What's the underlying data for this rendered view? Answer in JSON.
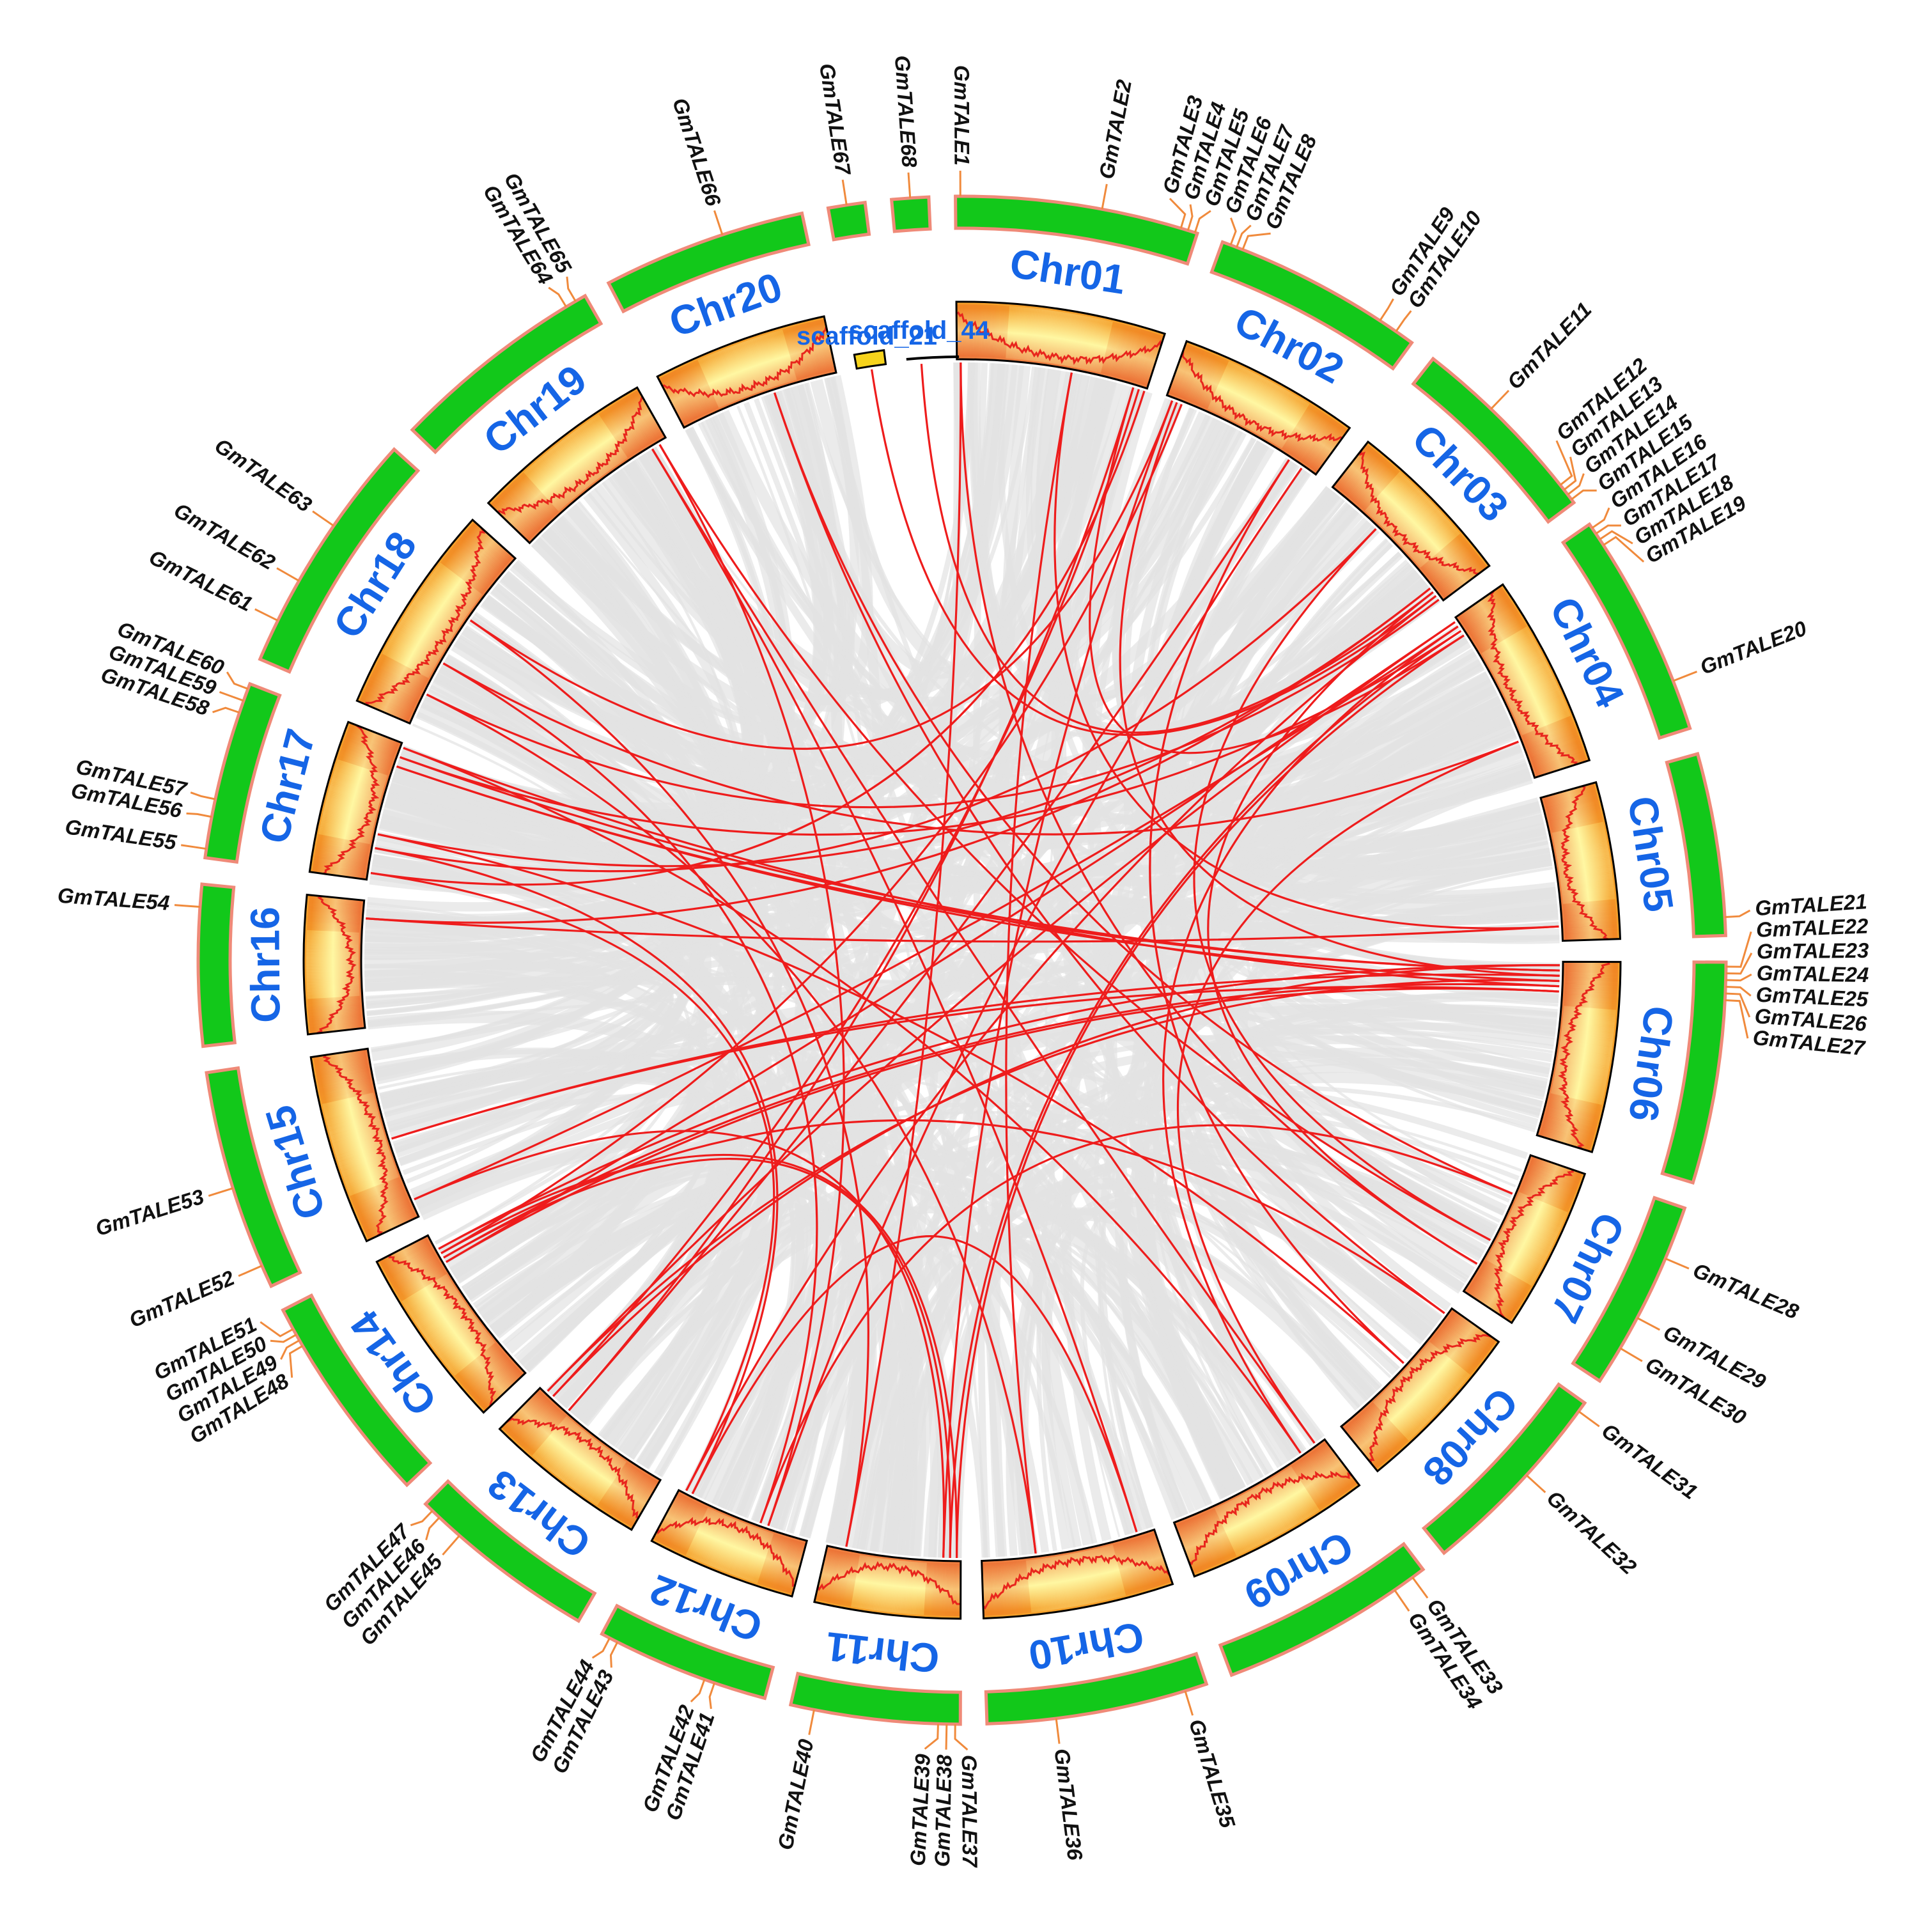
{
  "colors": {
    "ideogram_fill": "#12c81a",
    "ideogram_stroke": "#ef8a78",
    "label": "#1565e6",
    "tick": "#f08a3c",
    "heat_low": "#fff9a8",
    "heat_high": "#e8541d",
    "density_line": "#e8261d",
    "synteny_background": "#e3e3e3",
    "duplicated_pair": "#ee1c1c"
  },
  "segments": [
    {
      "id": "Chr01",
      "label": "Chr01",
      "size": 56
    },
    {
      "id": "Chr02",
      "label": "Chr02",
      "size": 49
    },
    {
      "id": "Chr03",
      "label": "Chr03",
      "size": 46
    },
    {
      "id": "Chr04",
      "label": "Chr04",
      "size": 52
    },
    {
      "id": "Chr05",
      "label": "Chr05",
      "size": 42
    },
    {
      "id": "Chr06",
      "label": "Chr06",
      "size": 51
    },
    {
      "id": "Chr07",
      "label": "Chr07",
      "size": 44
    },
    {
      "id": "Chr08",
      "label": "Chr08",
      "size": 47
    },
    {
      "id": "Chr09",
      "label": "Chr09",
      "size": 50
    },
    {
      "id": "Chr10",
      "label": "Chr10",
      "size": 51
    },
    {
      "id": "Chr11",
      "label": "Chr11",
      "size": 39
    },
    {
      "id": "Chr12",
      "label": "Chr12",
      "size": 40
    },
    {
      "id": "Chr13",
      "label": "Chr13",
      "size": 44
    },
    {
      "id": "Chr14",
      "label": "Chr14",
      "size": 49
    },
    {
      "id": "Chr15",
      "label": "Chr15",
      "size": 51
    },
    {
      "id": "Chr16",
      "label": "Chr16",
      "size": 37
    },
    {
      "id": "Chr17",
      "label": "Chr17",
      "size": 41
    },
    {
      "id": "Chr18",
      "label": "Chr18",
      "size": 57
    },
    {
      "id": "Chr19",
      "label": "Chr19",
      "size": 50
    },
    {
      "id": "Chr20",
      "label": "Chr20",
      "size": 47
    },
    {
      "id": "scaffold_21",
      "label": "scaffold_21",
      "size": 5
    },
    {
      "id": "scaffold_44",
      "label": "scaffold_44",
      "size": 1
    }
  ],
  "genes": [
    {
      "name": "GmTALE1",
      "chr": "Chr01",
      "pos": 0.02
    },
    {
      "name": "GmTALE2",
      "chr": "Chr01",
      "pos": 0.6
    },
    {
      "name": "GmTALE3",
      "chr": "Chr01",
      "pos": 0.93
    },
    {
      "name": "GmTALE4",
      "chr": "Chr01",
      "pos": 0.96
    },
    {
      "name": "GmTALE5",
      "chr": "Chr01",
      "pos": 0.99
    },
    {
      "name": "GmTALE6",
      "chr": "Chr02",
      "pos": 0.04
    },
    {
      "name": "GmTALE7",
      "chr": "Chr02",
      "pos": 0.07
    },
    {
      "name": "GmTALE8",
      "chr": "Chr02",
      "pos": 0.1
    },
    {
      "name": "GmTALE9",
      "chr": "Chr02",
      "pos": 0.82
    },
    {
      "name": "GmTALE10",
      "chr": "Chr02",
      "pos": 0.91
    },
    {
      "name": "GmTALE11",
      "chr": "Chr03",
      "pos": 0.38
    },
    {
      "name": "GmTALE12",
      "chr": "Chr03",
      "pos": 0.89
    },
    {
      "name": "GmTALE13",
      "chr": "Chr03",
      "pos": 0.92
    },
    {
      "name": "GmTALE14",
      "chr": "Chr03",
      "pos": 0.95
    },
    {
      "name": "GmTALE15",
      "chr": "Chr03",
      "pos": 0.98
    },
    {
      "name": "GmTALE16",
      "chr": "Chr04",
      "pos": 0.02
    },
    {
      "name": "GmTALE17",
      "chr": "Chr04",
      "pos": 0.05
    },
    {
      "name": "GmTALE18",
      "chr": "Chr04",
      "pos": 0.08
    },
    {
      "name": "GmTALE19",
      "chr": "Chr04",
      "pos": 0.11
    },
    {
      "name": "GmTALE20",
      "chr": "Chr04",
      "pos": 0.78
    },
    {
      "name": "GmTALE21",
      "chr": "Chr05",
      "pos": 0.9
    },
    {
      "name": "GmTALE22",
      "chr": "Chr06",
      "pos": 0.02
    },
    {
      "name": "GmTALE23",
      "chr": "Chr06",
      "pos": 0.05
    },
    {
      "name": "GmTALE24",
      "chr": "Chr06",
      "pos": 0.08
    },
    {
      "name": "GmTALE25",
      "chr": "Chr06",
      "pos": 0.11
    },
    {
      "name": "GmTALE26",
      "chr": "Chr06",
      "pos": 0.14
    },
    {
      "name": "GmTALE27",
      "chr": "Chr06",
      "pos": 0.17
    },
    {
      "name": "GmTALE28",
      "chr": "Chr07",
      "pos": 0.28
    },
    {
      "name": "GmTALE29",
      "chr": "Chr07",
      "pos": 0.62
    },
    {
      "name": "GmTALE30",
      "chr": "Chr07",
      "pos": 0.8
    },
    {
      "name": "GmTALE31",
      "chr": "Chr08",
      "pos": 0.05
    },
    {
      "name": "GmTALE32",
      "chr": "Chr08",
      "pos": 0.45
    },
    {
      "name": "GmTALE33",
      "chr": "Chr09",
      "pos": 0.06
    },
    {
      "name": "GmTALE34",
      "chr": "Chr09",
      "pos": 0.16
    },
    {
      "name": "GmTALE35",
      "chr": "Chr10",
      "pos": 0.1
    },
    {
      "name": "GmTALE36",
      "chr": "Chr10",
      "pos": 0.69
    },
    {
      "name": "GmTALE37",
      "chr": "Chr11",
      "pos": 0.03
    },
    {
      "name": "GmTALE38",
      "chr": "Chr11",
      "pos": 0.08
    },
    {
      "name": "GmTALE39",
      "chr": "Chr11",
      "pos": 0.13
    },
    {
      "name": "GmTALE40",
      "chr": "Chr11",
      "pos": 0.86
    },
    {
      "name": "GmTALE41",
      "chr": "Chr12",
      "pos": 0.3
    },
    {
      "name": "GmTALE42",
      "chr": "Chr12",
      "pos": 0.36
    },
    {
      "name": "GmTALE43",
      "chr": "Chr12",
      "pos": 0.9
    },
    {
      "name": "GmTALE44",
      "chr": "Chr12",
      "pos": 0.95
    },
    {
      "name": "GmTALE45",
      "chr": "Chr13",
      "pos": 0.76
    },
    {
      "name": "GmTALE46",
      "chr": "Chr13",
      "pos": 0.9
    },
    {
      "name": "GmTALE47",
      "chr": "Chr13",
      "pos": 0.95
    },
    {
      "name": "GmTALE48",
      "chr": "Chr14",
      "pos": 0.81
    },
    {
      "name": "GmTALE49",
      "chr": "Chr14",
      "pos": 0.84
    },
    {
      "name": "GmTALE50",
      "chr": "Chr14",
      "pos": 0.87
    },
    {
      "name": "GmTALE51",
      "chr": "Chr14",
      "pos": 0.9
    },
    {
      "name": "GmTALE52",
      "chr": "Chr15",
      "pos": 0.1
    },
    {
      "name": "GmTALE53",
      "chr": "Chr15",
      "pos": 0.47
    },
    {
      "name": "GmTALE54",
      "chr": "Chr16",
      "pos": 0.86
    },
    {
      "name": "GmTALE55",
      "chr": "Chr17",
      "pos": 0.05
    },
    {
      "name": "GmTALE56",
      "chr": "Chr17",
      "pos": 0.23
    },
    {
      "name": "GmTALE57",
      "chr": "Chr17",
      "pos": 0.33
    },
    {
      "name": "GmTALE58",
      "chr": "Chr17",
      "pos": 0.83
    },
    {
      "name": "GmTALE59",
      "chr": "Chr17",
      "pos": 0.9
    },
    {
      "name": "GmTALE60",
      "chr": "Chr17",
      "pos": 0.97
    },
    {
      "name": "GmTALE61",
      "chr": "Chr18",
      "pos": 0.17
    },
    {
      "name": "GmTALE62",
      "chr": "Chr18",
      "pos": 0.35
    },
    {
      "name": "GmTALE63",
      "chr": "Chr18",
      "pos": 0.61
    },
    {
      "name": "GmTALE64",
      "chr": "Chr19",
      "pos": 0.9
    },
    {
      "name": "GmTALE65",
      "chr": "Chr19",
      "pos": 0.95
    },
    {
      "name": "GmTALE66",
      "chr": "Chr20",
      "pos": 0.6
    },
    {
      "name": "GmTALE67",
      "chr": "scaffold_21",
      "pos": 0.5
    },
    {
      "name": "GmTALE68",
      "chr": "scaffold_44",
      "pos": 0.5
    }
  ],
  "duplication_links": [
    [
      "GmTALE1",
      "GmTALE40"
    ],
    [
      "GmTALE2",
      "GmTALE36"
    ],
    [
      "GmTALE3",
      "GmTALE45"
    ],
    [
      "GmTALE4",
      "GmTALE46"
    ],
    [
      "GmTALE5",
      "GmTALE55"
    ],
    [
      "GmTALE6",
      "GmTALE63"
    ],
    [
      "GmTALE7",
      "GmTALE24"
    ],
    [
      "GmTALE8",
      "GmTALE50"
    ],
    [
      "GmTALE9",
      "GmTALE32"
    ],
    [
      "GmTALE10",
      "GmTALE41"
    ],
    [
      "GmTALE11",
      "GmTALE56"
    ],
    [
      "GmTALE12",
      "GmTALE57"
    ],
    [
      "GmTALE13",
      "GmTALE30"
    ],
    [
      "GmTALE14",
      "GmTALE44"
    ],
    [
      "GmTALE15",
      "GmTALE61"
    ],
    [
      "GmTALE16",
      "GmTALE48"
    ],
    [
      "GmTALE17",
      "GmTALE34"
    ],
    [
      "GmTALE18",
      "GmTALE59"
    ],
    [
      "GmTALE19",
      "GmTALE37"
    ],
    [
      "GmTALE20",
      "GmTALE62"
    ],
    [
      "GmTALE21",
      "GmTALE54"
    ],
    [
      "GmTALE22",
      "GmTALE51"
    ],
    [
      "GmTALE23",
      "GmTALE58"
    ],
    [
      "GmTALE25",
      "GmTALE47"
    ],
    [
      "GmTALE26",
      "GmTALE60"
    ],
    [
      "GmTALE27",
      "GmTALE53"
    ],
    [
      "GmTALE28",
      "GmTALE42"
    ],
    [
      "GmTALE29",
      "GmTALE65"
    ],
    [
      "GmTALE31",
      "GmTALE66"
    ],
    [
      "GmTALE33",
      "GmTALE64"
    ],
    [
      "GmTALE35",
      "GmTALE43"
    ],
    [
      "GmTALE38",
      "GmTALE49"
    ],
    [
      "GmTALE39",
      "GmTALE52"
    ],
    [
      "GmTALE2",
      "GmTALE21"
    ],
    [
      "GmTALE11",
      "GmTALE29"
    ],
    [
      "GmTALE20",
      "GmTALE33"
    ],
    [
      "GmTALE36",
      "GmTALE61"
    ],
    [
      "GmTALE40",
      "GmTALE63"
    ],
    [
      "GmTALE9",
      "GmTALE45"
    ],
    [
      "GmTALE12",
      "GmTALE54"
    ],
    [
      "GmTALE24",
      "GmTALE53"
    ],
    [
      "GmTALE28",
      "GmTALE66"
    ],
    [
      "GmTALE32",
      "GmTALE57"
    ],
    [
      "GmTALE35",
      "GmTALE64"
    ],
    [
      "GmTALE41",
      "GmTALE65"
    ],
    [
      "GmTALE42",
      "GmTALE62"
    ],
    [
      "GmTALE43",
      "GmTALE56"
    ],
    [
      "GmTALE44",
      "GmTALE55"
    ],
    [
      "GmTALE6",
      "GmTALE39"
    ],
    [
      "GmTALE16",
      "GmTALE47"
    ],
    [
      "GmTALE17",
      "GmTALE52"
    ],
    [
      "GmTALE18",
      "GmTALE38"
    ],
    [
      "GmTALE22",
      "GmTALE46"
    ],
    [
      "GmTALE23",
      "GmTALE59"
    ],
    [
      "GmTALE25",
      "GmTALE58"
    ],
    [
      "GmTALE26",
      "GmTALE49"
    ],
    [
      "GmTALE27",
      "GmTALE48"
    ],
    [
      "GmTALE31",
      "GmTALE50"
    ],
    [
      "GmTALE34",
      "GmTALE60"
    ],
    [
      "GmTALE37",
      "GmTALE51"
    ],
    [
      "GmTALE1",
      "GmTALE30"
    ],
    [
      "GmTALE3",
      "GmTALE19"
    ],
    [
      "GmTALE13",
      "GmTALE68"
    ],
    [
      "GmTALE14",
      "GmTALE67"
    ]
  ]
}
